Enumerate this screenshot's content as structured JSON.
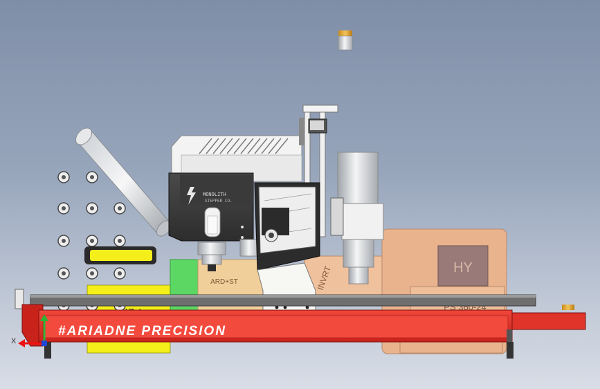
{
  "viewport": {
    "background_top": "#7f8ea7",
    "background_bottom": "#d8dde6"
  },
  "labels": {
    "banner_text": "#ARIADNE PRECISION",
    "controller_label": "ARD+ST",
    "inverter_label": "INVRT",
    "spindle_box_label": "HY",
    "power_supply_label": "PS 360-24",
    "mirrored_label": "PLTB",
    "motor_brand": "MONOLITH",
    "motor_subbrand": "STEPPER CO."
  },
  "triad": {
    "x_label": "X"
  },
  "colors": {
    "frame_red": "#e0332a",
    "yellow_bar": "#f4ee1a",
    "controller_green": "#5cd764",
    "controller_tan": "#f1cf9a",
    "case_salmon": "#e9b38e",
    "hy_box": "#9a7a78",
    "rail_gray": "#6f6f6f",
    "steel_dark": "#3b3b3b"
  },
  "icons": [
    "lightning-icon",
    "triad-axis-icon"
  ]
}
